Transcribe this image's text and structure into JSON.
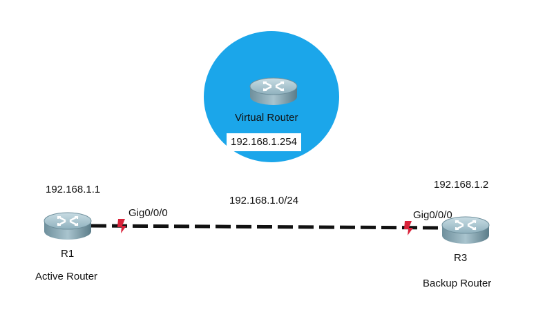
{
  "diagram": {
    "virtual_router": {
      "name": "Virtual Router",
      "ip": "192.168.1.254",
      "circle_color": "#1ba6ea"
    },
    "subnet": "192.168.1.0/24",
    "r1": {
      "ip": "192.168.1.1",
      "interface": "Gig0/0/0",
      "name": "R1",
      "role": "Active Router"
    },
    "r3": {
      "ip": "192.168.1.2",
      "interface": "Gig0/0/0",
      "name": "R3",
      "role": "Backup Router"
    },
    "colors": {
      "link": "#111111",
      "link_marker": "#d9233a",
      "router_body": "#8fb1be",
      "router_dark": "#4d6e7b"
    },
    "icons": [
      "router-icon",
      "router-icon",
      "router-icon",
      "link-status-marker-icon"
    ]
  }
}
